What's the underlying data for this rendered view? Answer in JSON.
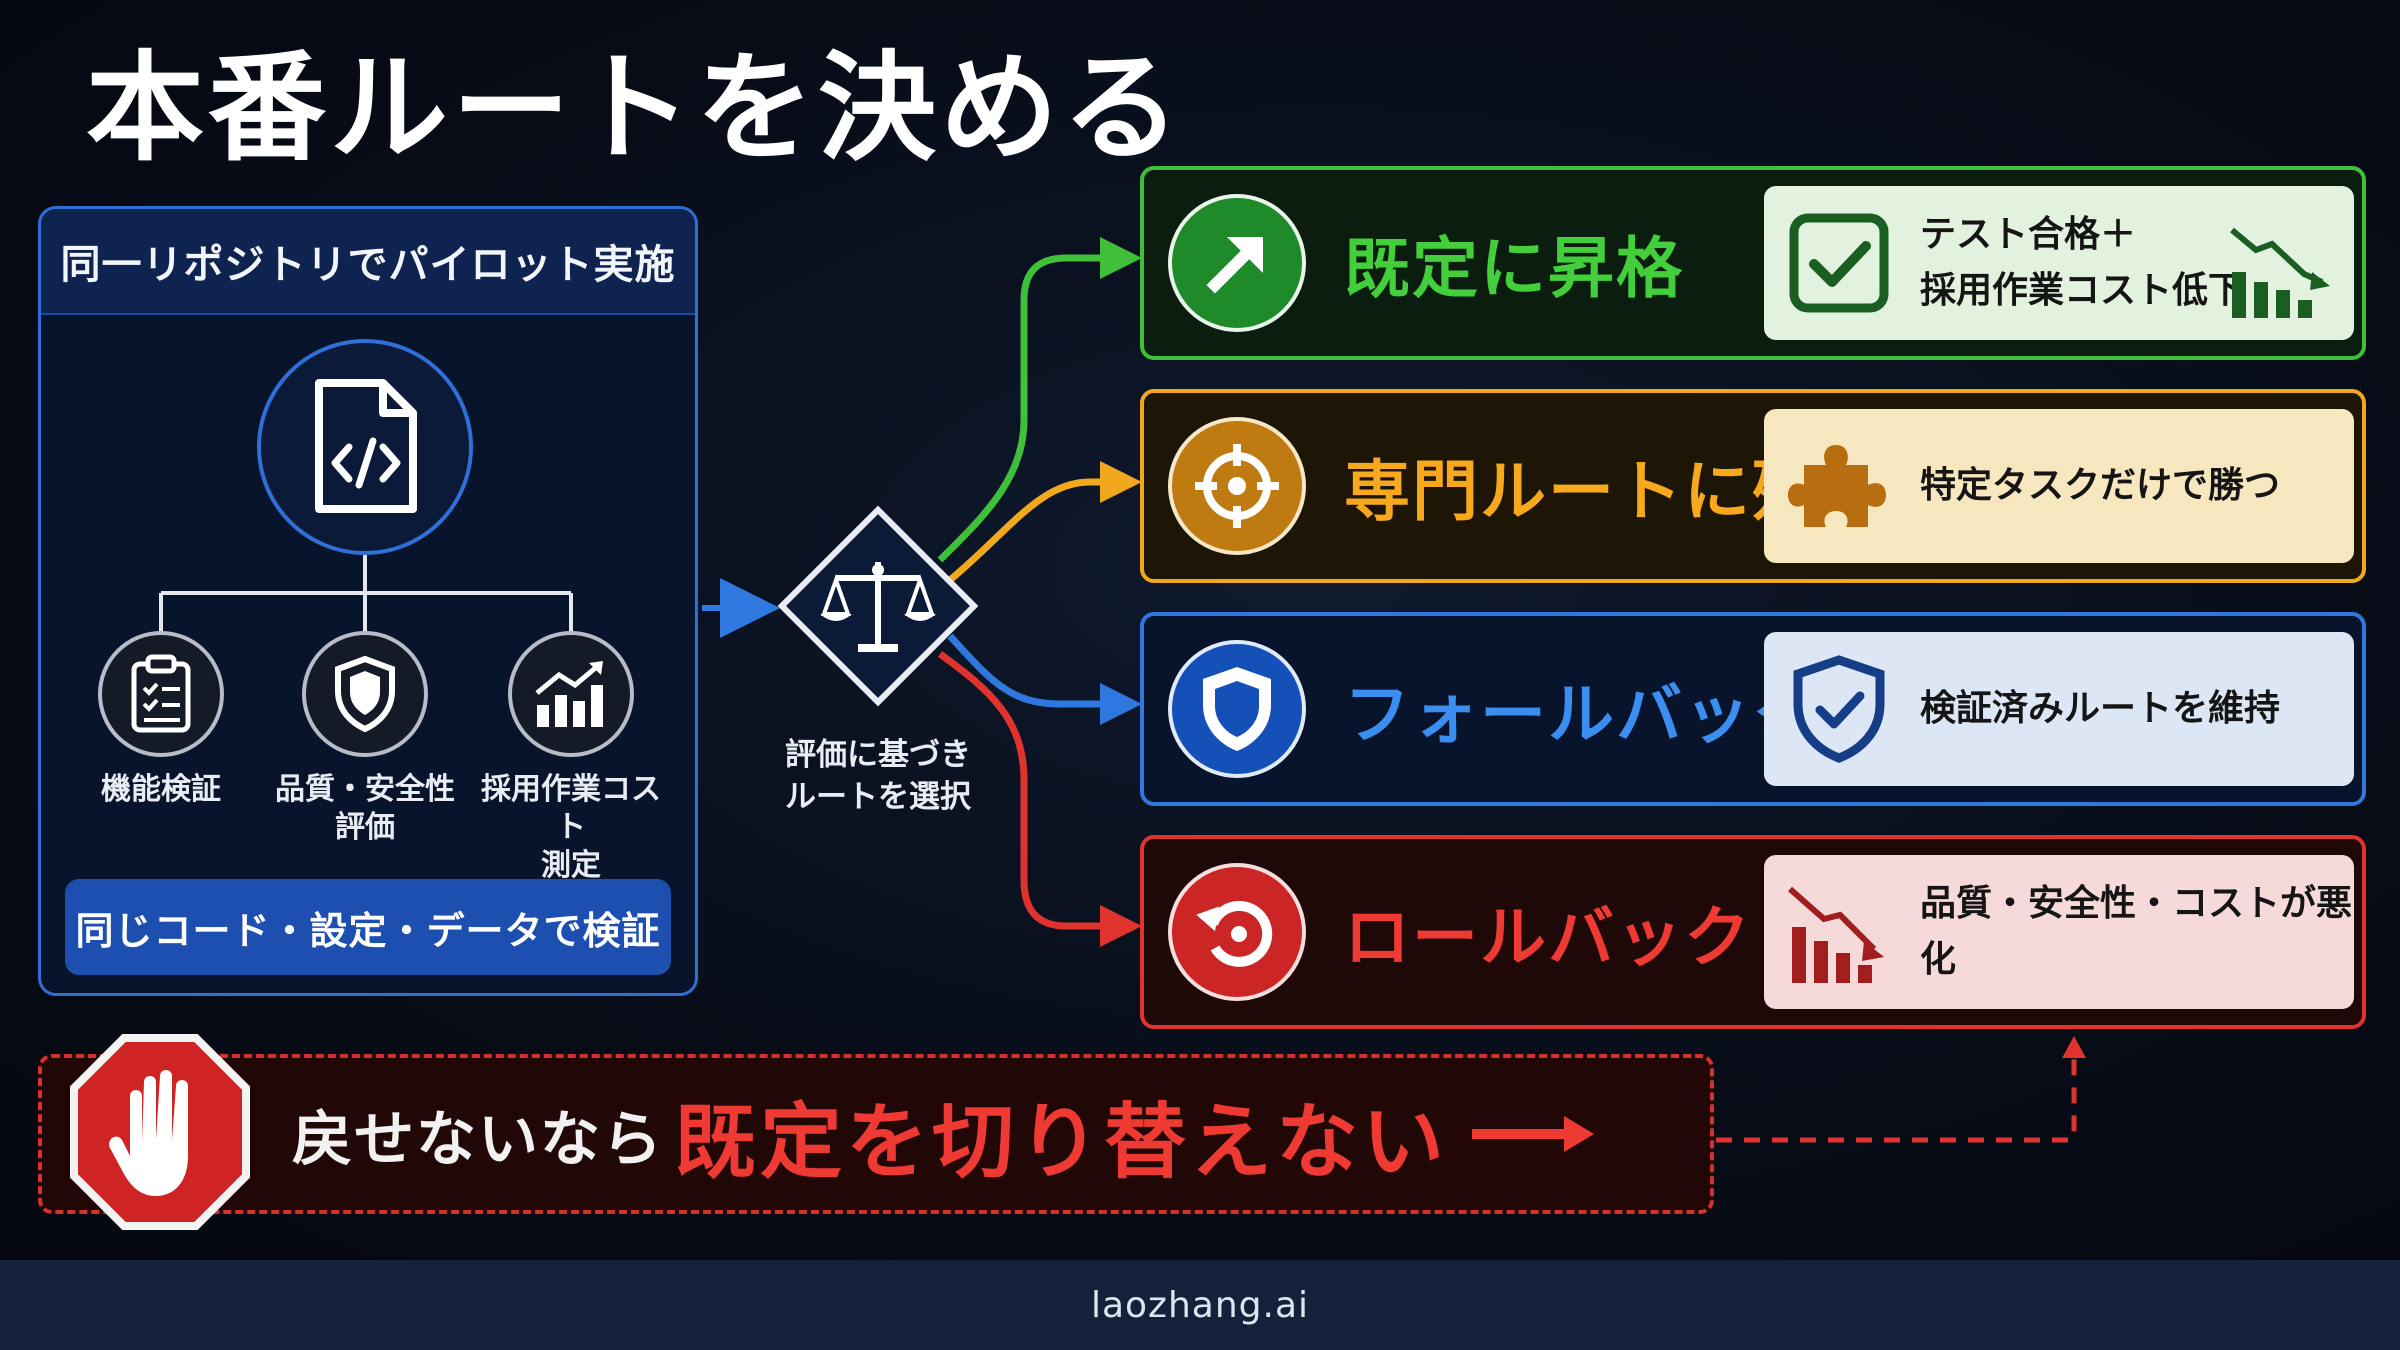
{
  "title": "本番ルートを決める",
  "pilot": {
    "header": "同一リポジトリでパイロット実施",
    "checks": [
      {
        "label": "機能検証",
        "icon": "clipboard-checklist-icon"
      },
      {
        "label": "品質・安全性\n評価",
        "icon": "shield-icon"
      },
      {
        "label": "採用作業コスト\n測定",
        "icon": "rising-chart-icon"
      }
    ],
    "footer": "同じコード・設定・データで検証"
  },
  "decision": {
    "label": "評価に基づき\nルートを選択",
    "icon": "balance-scale-icon"
  },
  "routes": [
    {
      "title": "既定に昇格",
      "detail": "テスト合格＋\n採用作業コスト低下",
      "icon": "arrow-up-right-icon",
      "detail_icon": "checkbox-icon",
      "color": "#43cf3c"
    },
    {
      "title": "専門ルートに残す",
      "detail": "特定タスクだけで勝つ",
      "icon": "target-icon",
      "detail_icon": "puzzle-piece-icon",
      "color": "#f7a81c"
    },
    {
      "title": "フォールバック",
      "detail": "検証済みルートを維持",
      "icon": "shield-icon",
      "detail_icon": "shield-check-icon",
      "color": "#3a8ef0"
    },
    {
      "title": "ロールバック",
      "detail": "品質・安全性・コストが悪化",
      "icon": "rollback-icon",
      "detail_icon": "declining-chart-icon",
      "color": "#ef3a34"
    }
  ],
  "warning": {
    "prefix": "戻せないなら",
    "main": "既定を切り替えない",
    "icon": "stop-hand-icon"
  },
  "footer": "laozhang.ai"
}
